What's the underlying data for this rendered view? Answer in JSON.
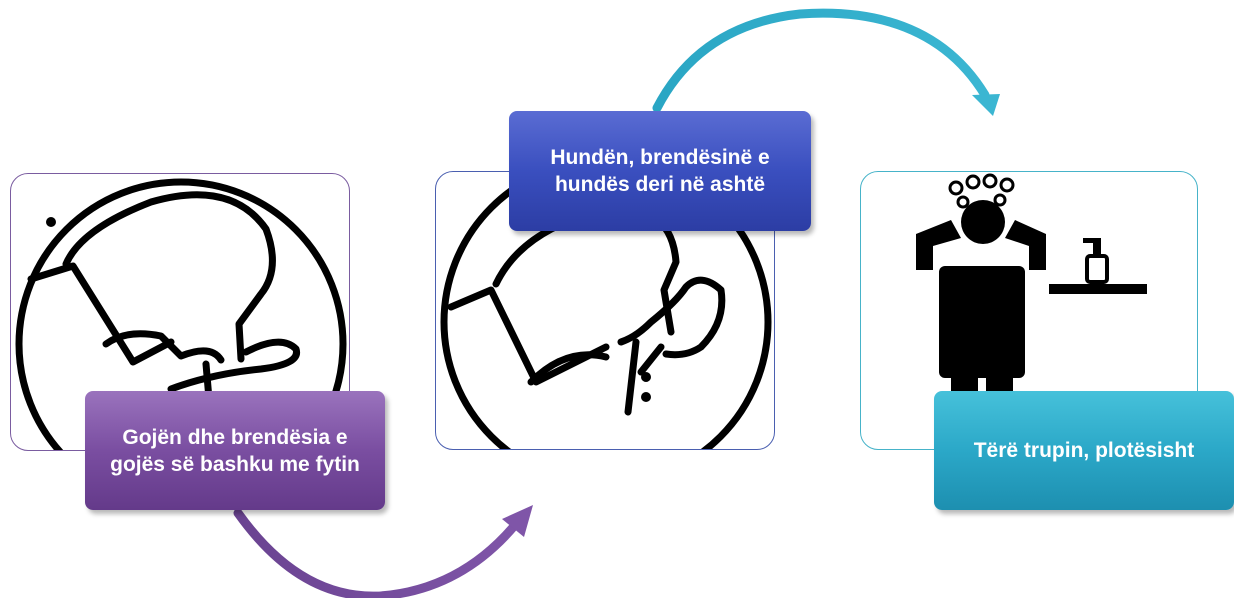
{
  "steps": [
    {
      "label": "Gojën dhe brendësia e gojës së bashku me fytin",
      "icon": "face-mouth-rinse-icon",
      "color": "#7a4ea1"
    },
    {
      "label": "Hundën, brendësinë e hundës deri në ashtë",
      "icon": "face-nose-rinse-icon",
      "color": "#3a4fbf"
    },
    {
      "label": "Tërë trupin, plotësisht",
      "icon": "person-shower-icon",
      "color": "#2ba8c8"
    }
  ]
}
